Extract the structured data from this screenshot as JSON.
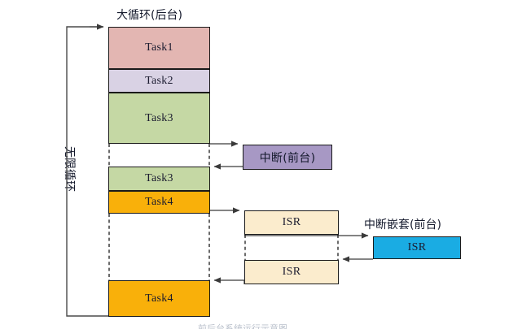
{
  "diagram": {
    "title_top": "大循环(后台)",
    "loop_label": "无限循环",
    "nested_title": "中断嵌套(前台)",
    "caption": "前后台系统运行示意图",
    "colors": {
      "task1": "#e3b6b2",
      "task2": "#d9d2e4",
      "task3": "#c5d8a4",
      "task4": "#f9b00a",
      "interrupt": "#a798c4",
      "isr": "#fbeccd",
      "nested_isr": "#1aace3",
      "stroke": "#1a1a1a",
      "arrow": "#4a4a4a"
    },
    "main_loop_blocks": [
      {
        "label": "Task1",
        "color_key": "task1"
      },
      {
        "label": "Task2",
        "color_key": "task2"
      },
      {
        "label": "Task3",
        "color_key": "task3"
      },
      {
        "label": "Task3",
        "color_key": "task3"
      },
      {
        "label": "Task4",
        "color_key": "task4"
      },
      {
        "label": "Task4",
        "color_key": "task4"
      }
    ],
    "interrupt_block": {
      "label": "中断(前台)"
    },
    "isr_blocks": [
      {
        "label": "ISR"
      },
      {
        "label": "ISR"
      }
    ],
    "nested_isr_block": {
      "label": "ISR"
    }
  }
}
